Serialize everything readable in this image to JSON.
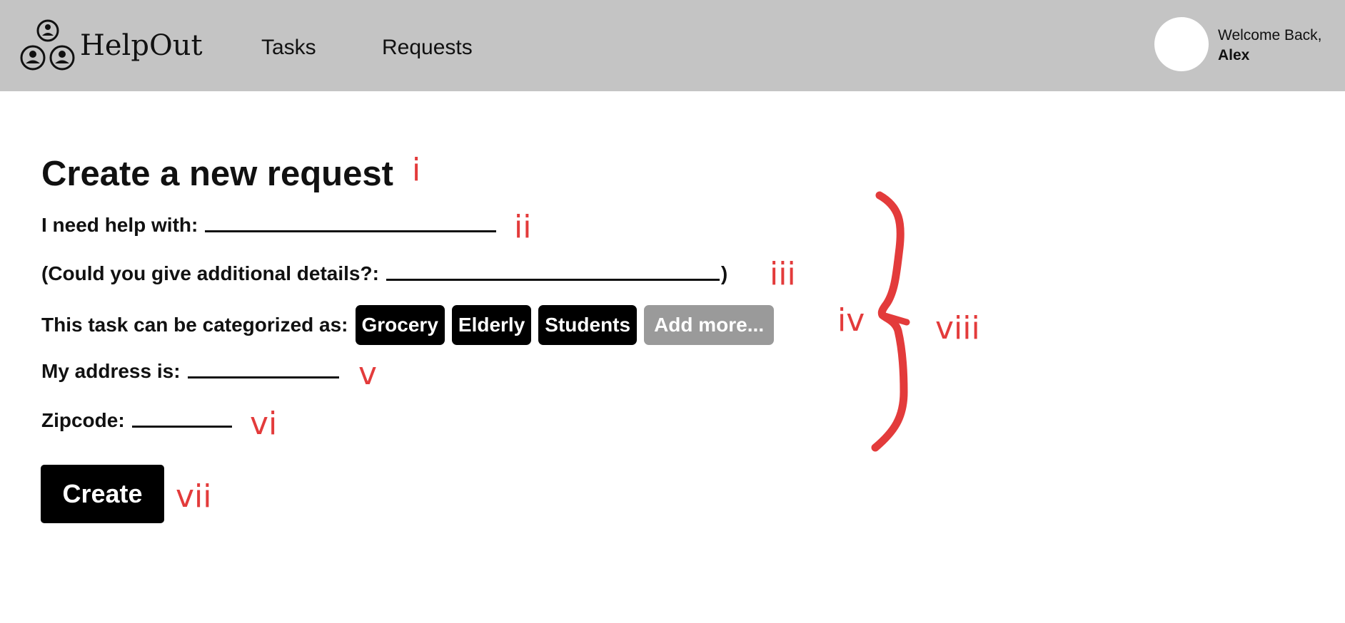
{
  "header": {
    "brand": "HelpOut",
    "nav": [
      "Tasks",
      "Requests"
    ],
    "welcome_text": "Welcome Back,",
    "user_name": "Alex"
  },
  "form": {
    "title": "Create a new request",
    "help_label": "I need help with:",
    "details_label": "(Could you give additional details?:",
    "details_close": ")",
    "category_label": "This task can be categorized as:",
    "categories": [
      "Grocery",
      "Elderly",
      "Students"
    ],
    "add_more": "Add more...",
    "address_label": "My address is:",
    "zip_label": "Zipcode:",
    "create_label": "Create"
  },
  "annotations": [
    "i",
    "ii",
    "iii",
    "iv",
    "v",
    "vi",
    "vii",
    "viii"
  ],
  "colors": {
    "navbar": "#c4c4c4",
    "chip": "#000000",
    "chip_disabled": "#9a9a9a",
    "annotation": "#e33b3b"
  }
}
